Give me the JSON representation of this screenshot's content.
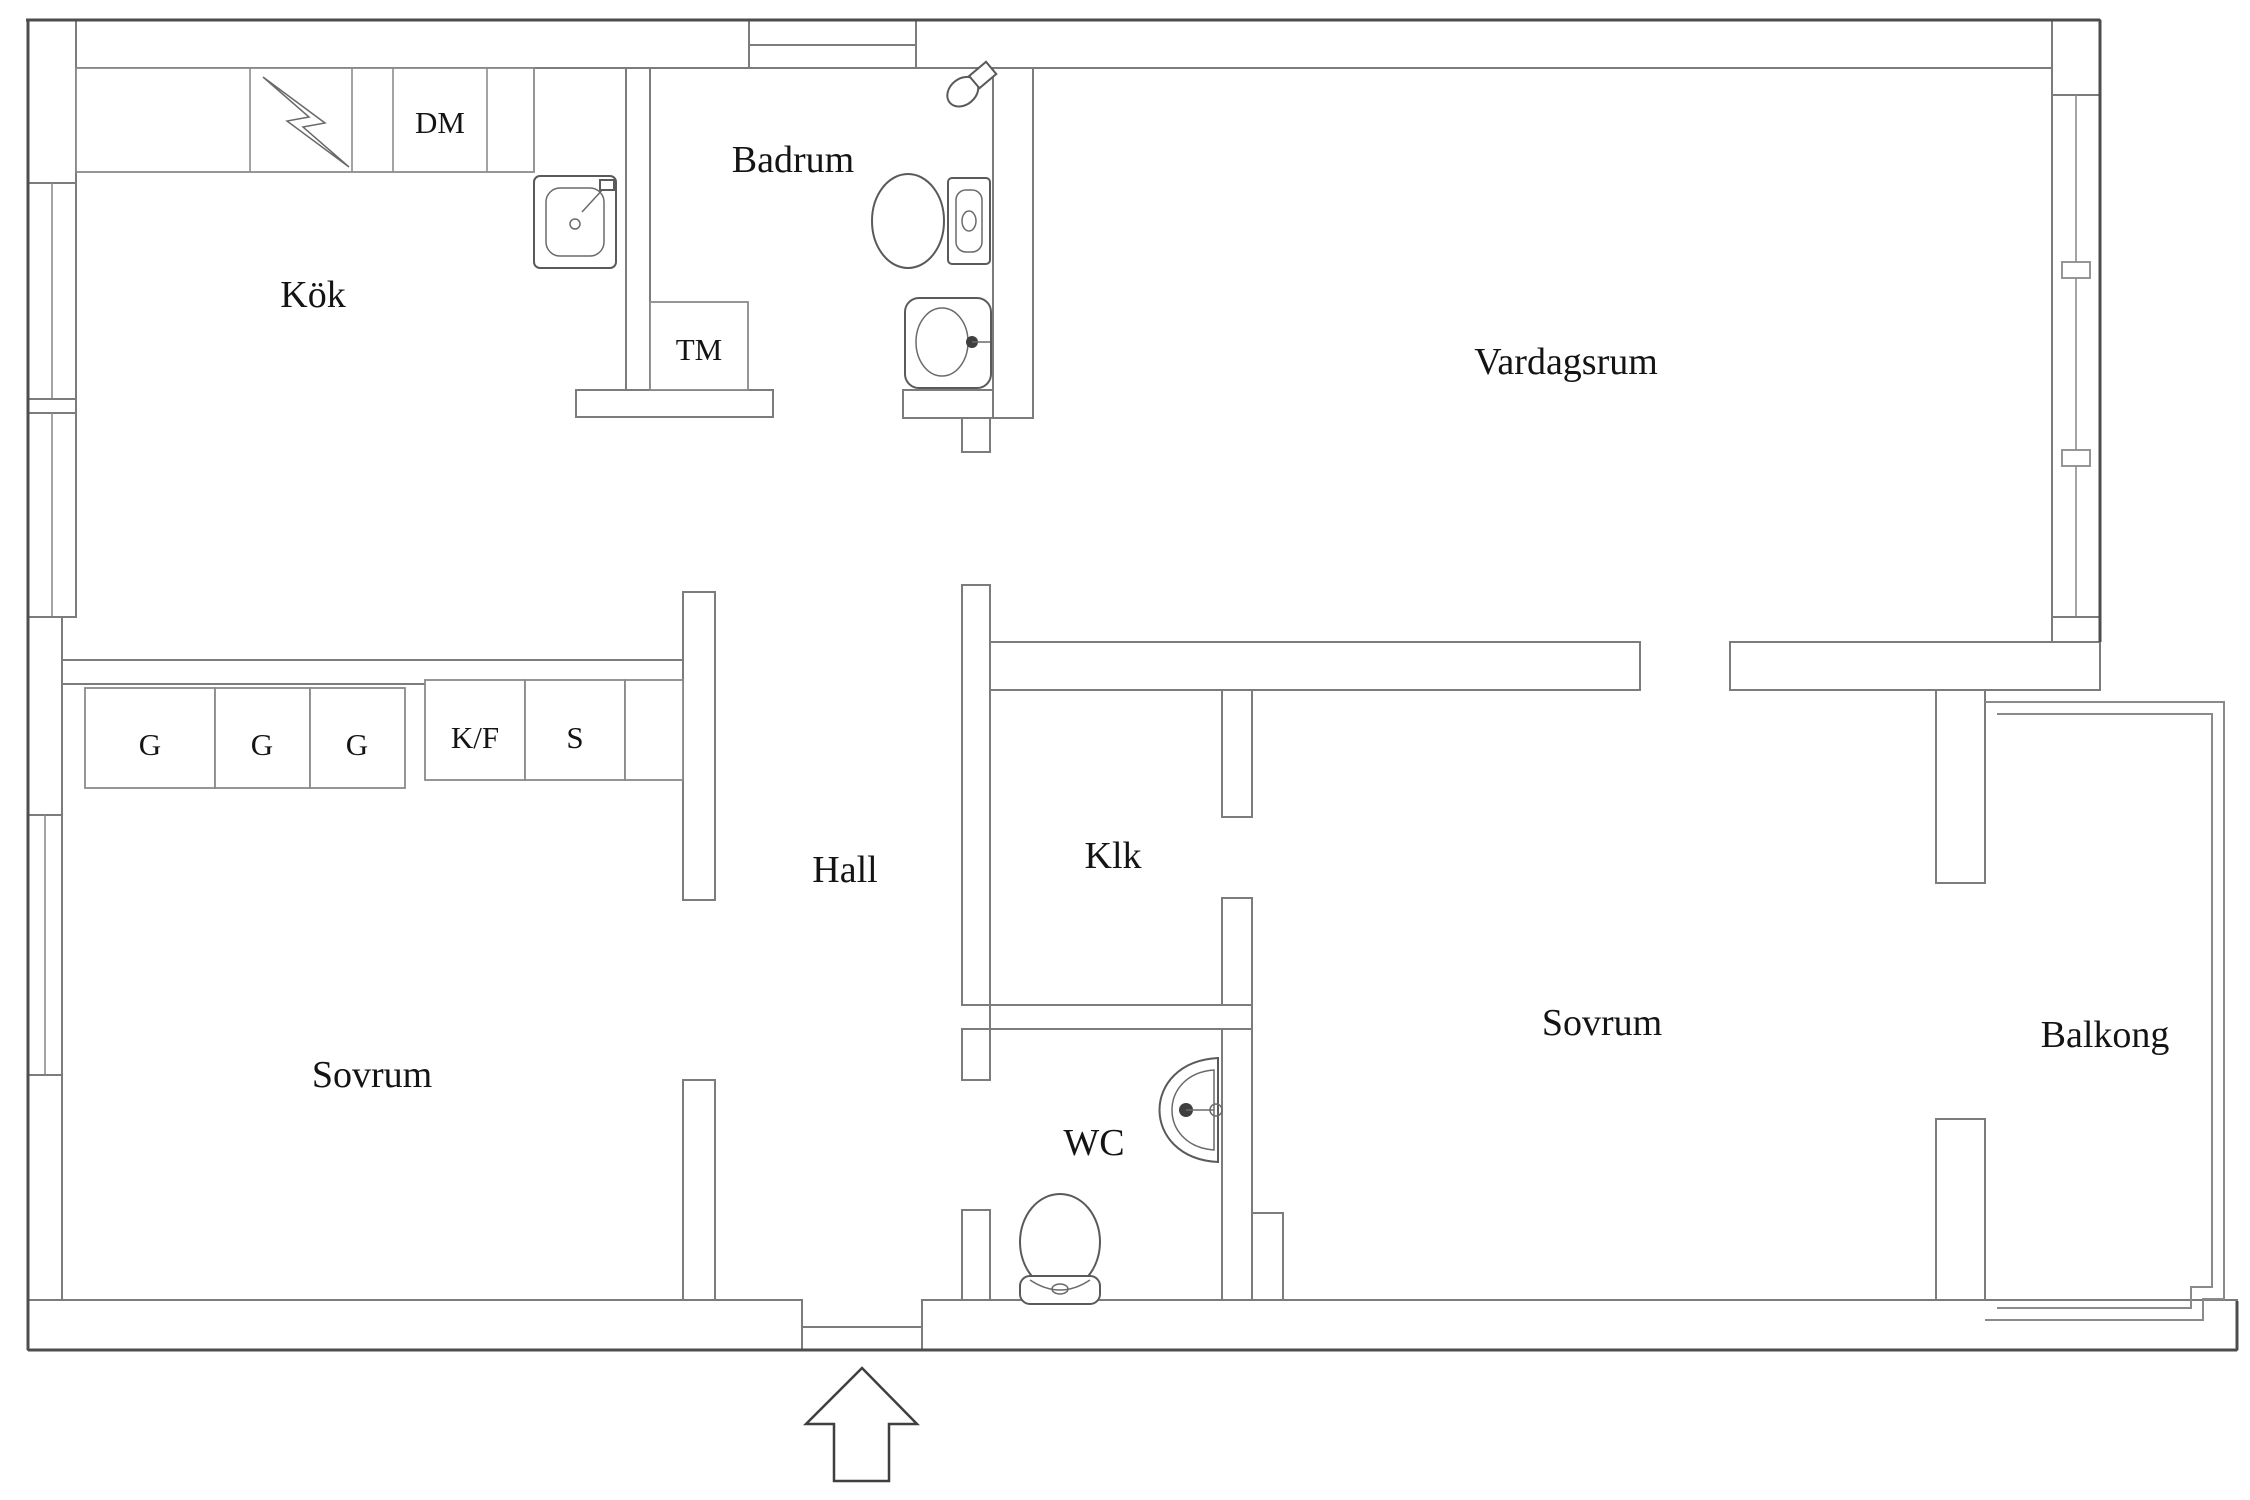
{
  "plan": {
    "type": "apartment-floor-plan",
    "rooms": [
      {
        "id": "kok",
        "label": "Kök"
      },
      {
        "id": "badrum",
        "label": "Badrum"
      },
      {
        "id": "vardagsrum",
        "label": "Vardagsrum"
      },
      {
        "id": "hall",
        "label": "Hall"
      },
      {
        "id": "klk",
        "label": "Klk"
      },
      {
        "id": "sovrum-left",
        "label": "Sovrum"
      },
      {
        "id": "sovrum-right",
        "label": "Sovrum"
      },
      {
        "id": "wc",
        "label": "WC"
      },
      {
        "id": "balkong",
        "label": "Balkong"
      }
    ],
    "units": [
      {
        "id": "dm",
        "label": "DM"
      },
      {
        "id": "tm",
        "label": "TM"
      },
      {
        "id": "g1",
        "label": "G"
      },
      {
        "id": "g2",
        "label": "G"
      },
      {
        "id": "g3",
        "label": "G"
      },
      {
        "id": "kf",
        "label": "K/F"
      },
      {
        "id": "s",
        "label": "S"
      }
    ],
    "icons": [
      "stove-icon",
      "kitchen-sink-icon",
      "shower-icon",
      "toilet-icon",
      "washbasin-icon",
      "entrance-arrow-icon",
      "window-icon"
    ],
    "colors": {
      "background": "#ffffff",
      "wall_line": "#7c7c7c",
      "outer_line": "#4d4d4d",
      "text": "#141414"
    }
  }
}
